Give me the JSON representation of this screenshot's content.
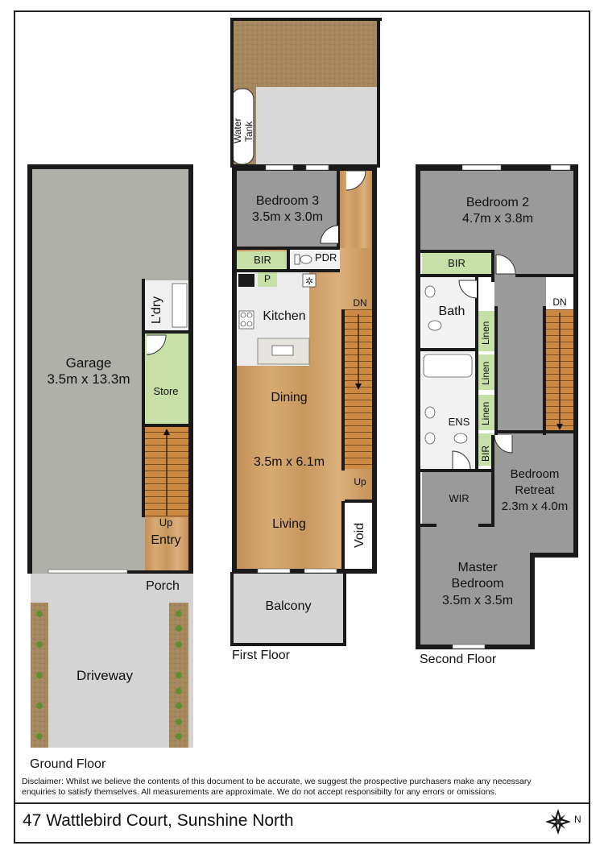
{
  "address": "47 Wattlebird Court, Sunshine North",
  "disclaimer": "Disclaimer: Whilst we believe the contents of this document to be accurate, we suggest the prospective purchasers make any necessary enquiries to satisfy themselves. All measurements are approximate. We do not accept responsibilty for any errors or omissions.",
  "compass_label": "N",
  "colors": {
    "wall": "#1a1a1a",
    "garage_floor": "#aeb0a9",
    "carpet": "#9a9a9a",
    "timber": "#c99a64",
    "tile": "#ececec",
    "wet_area": "#f2f2f2",
    "green_storage": "#c6e0a8",
    "paving": "#d4d4d4",
    "garden": "#a4875d",
    "shrub": "#5f8f2e"
  },
  "floors": {
    "ground": {
      "name": "Ground Floor",
      "garage": {
        "name": "Garage",
        "size": "3.5m x 13.3m"
      },
      "laundry": "L'dry",
      "store": "Store",
      "stairs_label": "Up",
      "entry": "Entry",
      "porch": "Porch",
      "driveway": "Driveway"
    },
    "first": {
      "name": "First Floor",
      "water_tank": [
        "Water",
        "Tank"
      ],
      "bedroom3": {
        "name": "Bedroom 3",
        "size": "3.5m x 3.0m"
      },
      "bir": "BIR",
      "pdr": "PDR",
      "pantry": "P",
      "kitchen": "Kitchen",
      "dining": "Dining",
      "living_size": "3.5m x 6.1m",
      "living": "Living",
      "void": "Void",
      "stairs_down": "DN",
      "stairs_up": "Up",
      "balcony": "Balcony"
    },
    "second": {
      "name": "Second Floor",
      "bedroom2": {
        "name": "Bedroom 2",
        "size": "4.7m x 3.8m"
      },
      "bir": "BIR",
      "bath": "Bath",
      "linen": "Linen",
      "ens": "ENS",
      "bir_small": "BIR",
      "stairs_down": "DN",
      "retreat": {
        "name_line1": "Bedroom",
        "name_line2": "Retreat",
        "size": "2.3m x 4.0m"
      },
      "wir": "WIR",
      "master": {
        "name_line1": "Master",
        "name_line2": "Bedroom",
        "size": "3.5m x 3.5m"
      }
    }
  }
}
